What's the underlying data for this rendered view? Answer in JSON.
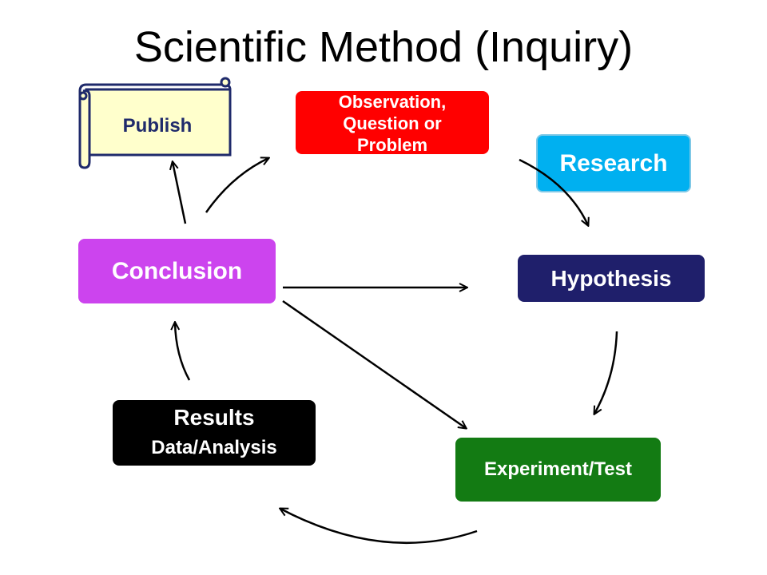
{
  "title": "Scientific Method (Inquiry)",
  "nodes": {
    "publish": "Publish",
    "observation": [
      "Observation,",
      "Question or",
      "Problem"
    ],
    "research": "Research",
    "hypothesis": "Hypothesis",
    "conclusion": "Conclusion",
    "results": "Results",
    "results_sub": "Data/Analysis",
    "experiment": "Experiment/Test"
  },
  "colors": {
    "publish_fill": "#ffffcc",
    "publish_border": "#1f2a6b",
    "observation": "#ff0000",
    "research": "#00b0f0",
    "hypothesis": "#1f1f6b",
    "conclusion": "#cc44ee",
    "results": "#000000",
    "experiment": "#137b13"
  }
}
